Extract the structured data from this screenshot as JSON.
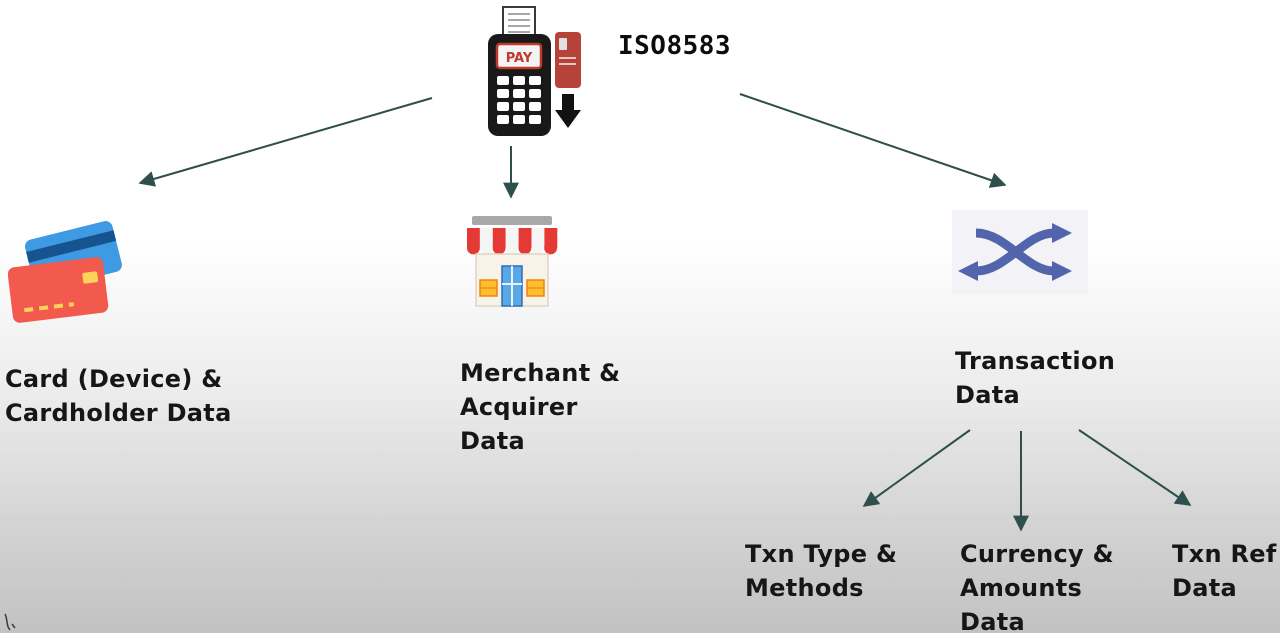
{
  "colors": {
    "arrow": "#2e4f4b",
    "background_top": "#ffffff",
    "background_bottom": "#c2c2c2",
    "shuffle_arrow": "#5264ab",
    "shuffle_bg": "#f3f3f7",
    "terminal_body": "#191919",
    "terminal_accent_red": "#c0392b",
    "card_blue": "#3e9ae3",
    "card_red": "#f25a4e",
    "chip_yellow": "#fdd35a",
    "awning_red": "#e53935"
  },
  "root": {
    "label": "ISO8583",
    "terminal_screen_text": "PAY",
    "icon": "pos-terminal-icon"
  },
  "nodes": [
    {
      "id": "card",
      "icon": "credit-cards-icon",
      "label": "Card (Device) &\nCardholder Data"
    },
    {
      "id": "merchant",
      "icon": "storefront-icon",
      "label": "Merchant &\nAcquirer\nData"
    },
    {
      "id": "transaction",
      "icon": "shuffle-arrows-icon",
      "label": "Transaction\nData"
    }
  ],
  "transaction_children": [
    {
      "id": "txn-type-methods",
      "label": "Txn Type &\nMethods"
    },
    {
      "id": "currency-amounts",
      "label": "Currency &\nAmounts\nData"
    },
    {
      "id": "txn-ref",
      "label": "Txn Ref\nData"
    }
  ]
}
